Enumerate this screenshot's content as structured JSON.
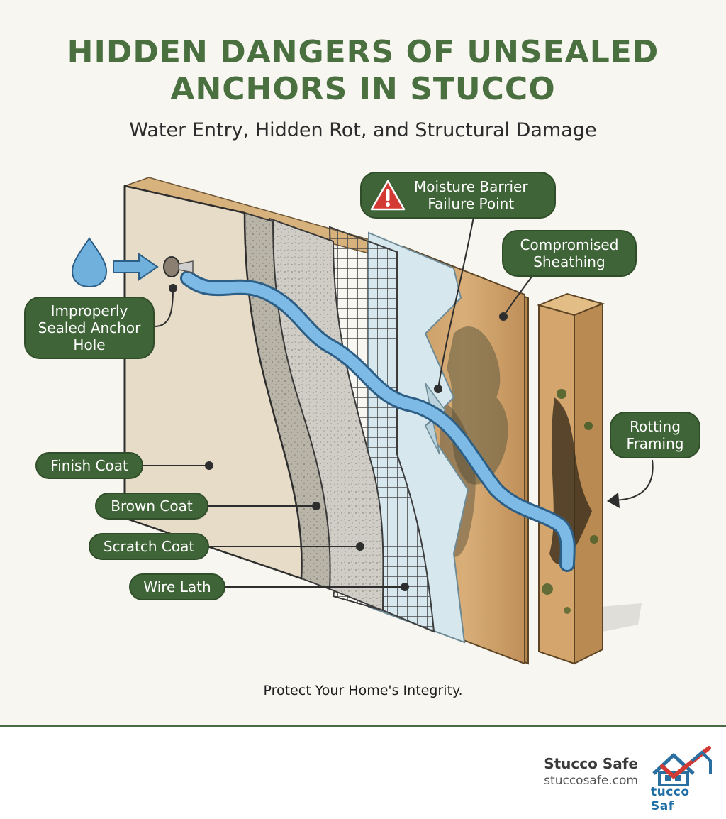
{
  "header": {
    "title_line1": "HIDDEN DANGERS OF UNSEALED",
    "title_line2": "ANCHORS IN STUCCO",
    "subtitle": "Water Entry, Hidden Rot, and Structural Damage"
  },
  "callouts": {
    "moisture_barrier_line1": "Moisture Barrier",
    "moisture_barrier_line2": "Failure Point",
    "sheathing_line1": "Compromised",
    "sheathing_line2": "Sheathing",
    "anchor_line1": "Improperly",
    "anchor_line2": "Sealed Anchor",
    "anchor_line3": "Hole",
    "framing_line1": "Rotting",
    "framing_line2": "Framing"
  },
  "layers": {
    "finish_coat": "Finish Coat",
    "brown_coat": "Brown Coat",
    "scratch_coat": "Scratch Coat",
    "wire_lath": "Wire Lath"
  },
  "tagline": "Protect Your Home's Integrity.",
  "footer": {
    "brand": "Stucco Safe",
    "url": "stuccosafe.com",
    "logo_text": "tucco Saf"
  },
  "colors": {
    "accent_green": "#4a7040",
    "pill_green": "#3f6437",
    "water_blue": "#6fb0dd",
    "warning_red": "#d23a33"
  },
  "icons": [
    "water-drop-icon",
    "arrow-right-icon",
    "warning-triangle-icon",
    "house-check-logo-icon"
  ]
}
